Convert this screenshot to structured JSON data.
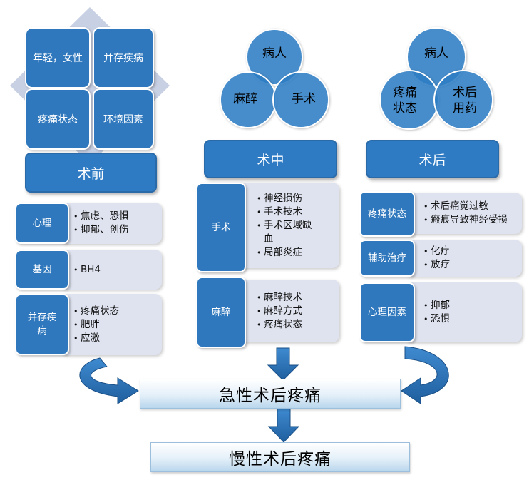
{
  "preop": {
    "tiles": [
      "年轻，女性",
      "并存疾病",
      "疼痛状态",
      "环境因素"
    ],
    "header": "术前",
    "rows": [
      {
        "label": "心理",
        "items": [
          "焦虑、恐惧",
          "抑郁、创伤"
        ]
      },
      {
        "label": "基因",
        "items": [
          "BH4"
        ]
      },
      {
        "label": "并存疾病",
        "items": [
          "疼痛状态",
          "肥胖",
          "应激"
        ]
      }
    ]
  },
  "intraop": {
    "venn": [
      "病人",
      "麻醉",
      "手术"
    ],
    "header": "术中",
    "rows": [
      {
        "label": "手术",
        "items": [
          "神经损伤",
          "手术技术",
          "手术区域缺血",
          "局部炎症"
        ]
      },
      {
        "label": "麻醉",
        "items": [
          "麻醉技术",
          "麻醉方式",
          "疼痛状态"
        ]
      }
    ]
  },
  "postop": {
    "venn": [
      "病人",
      "疼痛状态",
      "术后用药"
    ],
    "header": "术后",
    "rows": [
      {
        "label": "疼痛状态",
        "items": [
          "术后痛觉过敏",
          "瘢痕导致神经受损"
        ]
      },
      {
        "label": "辅助治疗",
        "items": [
          "化疗",
          "放疗"
        ]
      },
      {
        "label": "心理因素",
        "items": [
          "抑郁",
          "恐惧"
        ]
      }
    ]
  },
  "outcome": {
    "acute": "急性术后疼痛",
    "chronic": "慢性术后疼痛"
  },
  "colors": {
    "primary": "#2f78bd",
    "detail_bg": "#dfe3ef",
    "diamond": "#c8d0e4"
  }
}
